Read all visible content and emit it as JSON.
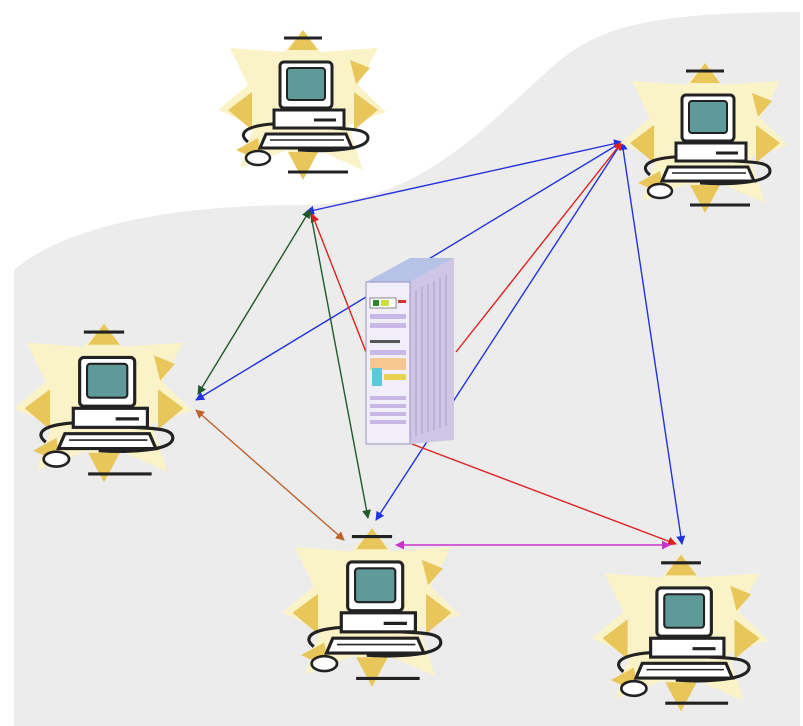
{
  "diagram": {
    "background_color": "#ececec",
    "nodes": [
      {
        "id": "server",
        "kind": "server",
        "icon": "server-tower-icon"
      },
      {
        "id": "pc-top-left",
        "kind": "computer",
        "icon": "desktop-computer-icon"
      },
      {
        "id": "pc-top-right",
        "kind": "computer",
        "icon": "desktop-computer-icon"
      },
      {
        "id": "pc-left",
        "kind": "computer",
        "icon": "desktop-computer-icon"
      },
      {
        "id": "pc-bottom-center",
        "kind": "computer",
        "icon": "desktop-computer-icon"
      },
      {
        "id": "pc-bottom-right",
        "kind": "computer",
        "icon": "desktop-computer-icon"
      }
    ],
    "links": [
      {
        "from": "pc-top-right",
        "to": "pc-top-left",
        "color": "#2233dd",
        "direction": "both"
      },
      {
        "from": "pc-top-right",
        "to": "pc-left",
        "color": "#2233dd",
        "direction": "both"
      },
      {
        "from": "pc-top-right",
        "to": "pc-bottom-center",
        "color": "#2233dd",
        "direction": "both"
      },
      {
        "from": "pc-top-right",
        "to": "pc-bottom-right",
        "color": "#2233dd",
        "direction": "both"
      },
      {
        "from": "pc-top-right",
        "to": "server",
        "color": "#e02020",
        "direction": "end"
      },
      {
        "from": "server",
        "to": "pc-top-left",
        "color": "#e02020",
        "direction": "end"
      },
      {
        "from": "server",
        "to": "pc-bottom-right",
        "color": "#e02020",
        "direction": "end"
      },
      {
        "from": "pc-top-left",
        "to": "pc-left",
        "color": "#1f5a2a",
        "direction": "both"
      },
      {
        "from": "pc-top-left",
        "to": "pc-bottom-center",
        "color": "#1f5a2a",
        "direction": "both"
      },
      {
        "from": "pc-left",
        "to": "pc-bottom-center",
        "color": "#c0622a",
        "direction": "both"
      },
      {
        "from": "pc-bottom-center",
        "to": "pc-bottom-right",
        "color": "#cc33cc",
        "direction": "both"
      }
    ]
  }
}
